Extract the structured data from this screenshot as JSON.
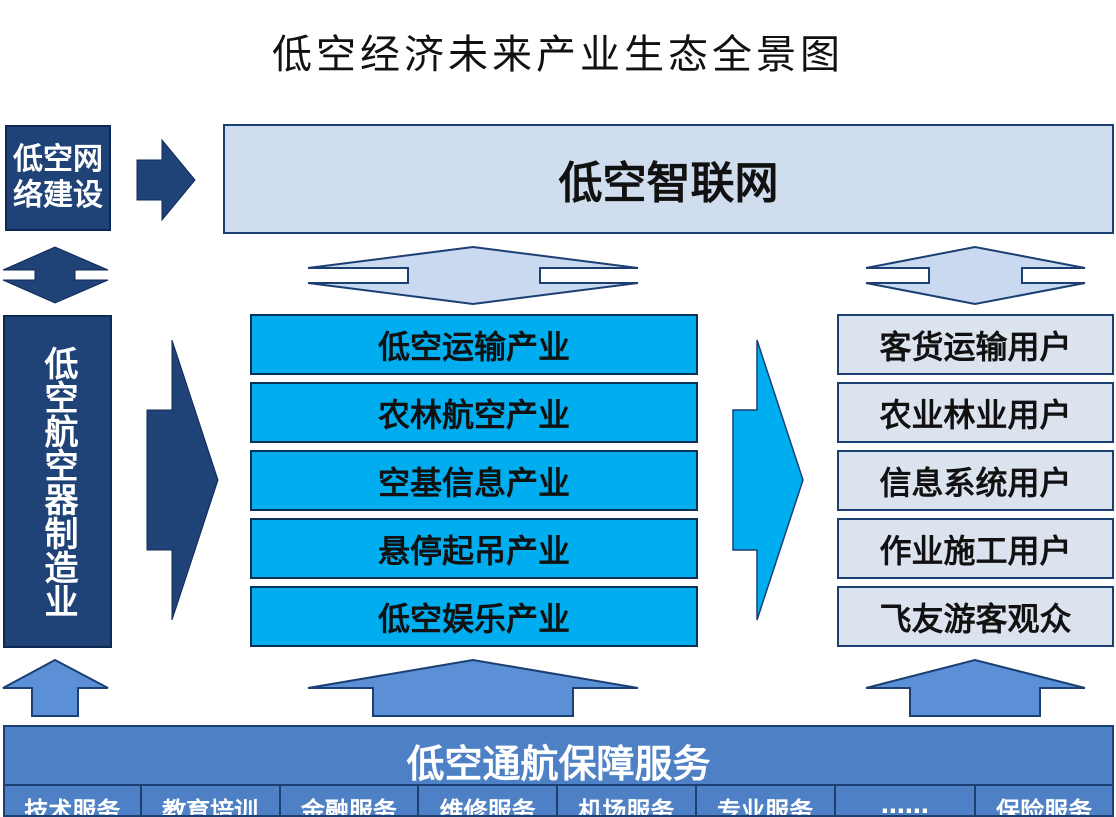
{
  "title": "低空经济未来产业生态全景图",
  "network_box": "低空网络建设",
  "smart_net": "低空智联网",
  "manufacturing": "低空航空器制造业",
  "industries": [
    "低空运输产业",
    "农林航空产业",
    "空基信息产业",
    "悬停起吊产业",
    "低空娱乐产业"
  ],
  "users": [
    "客货运输用户",
    "农业林业用户",
    "信息系统用户",
    "作业施工用户",
    "飞友游客观众"
  ],
  "support_title": "低空通航保障服务",
  "services": [
    "技术服务",
    "教育培训",
    "金融服务",
    "维修服务",
    "机场服务",
    "专业服务",
    "",
    "……",
    "保险服务"
  ],
  "colors": {
    "navy": "#1f4277",
    "cyan": "#00adee",
    "light_blue": "#d0ddef",
    "support_blue": "#4d80c5",
    "arrow_light": "#c9d9f0",
    "arrow_mid": "#5b8fd6"
  }
}
